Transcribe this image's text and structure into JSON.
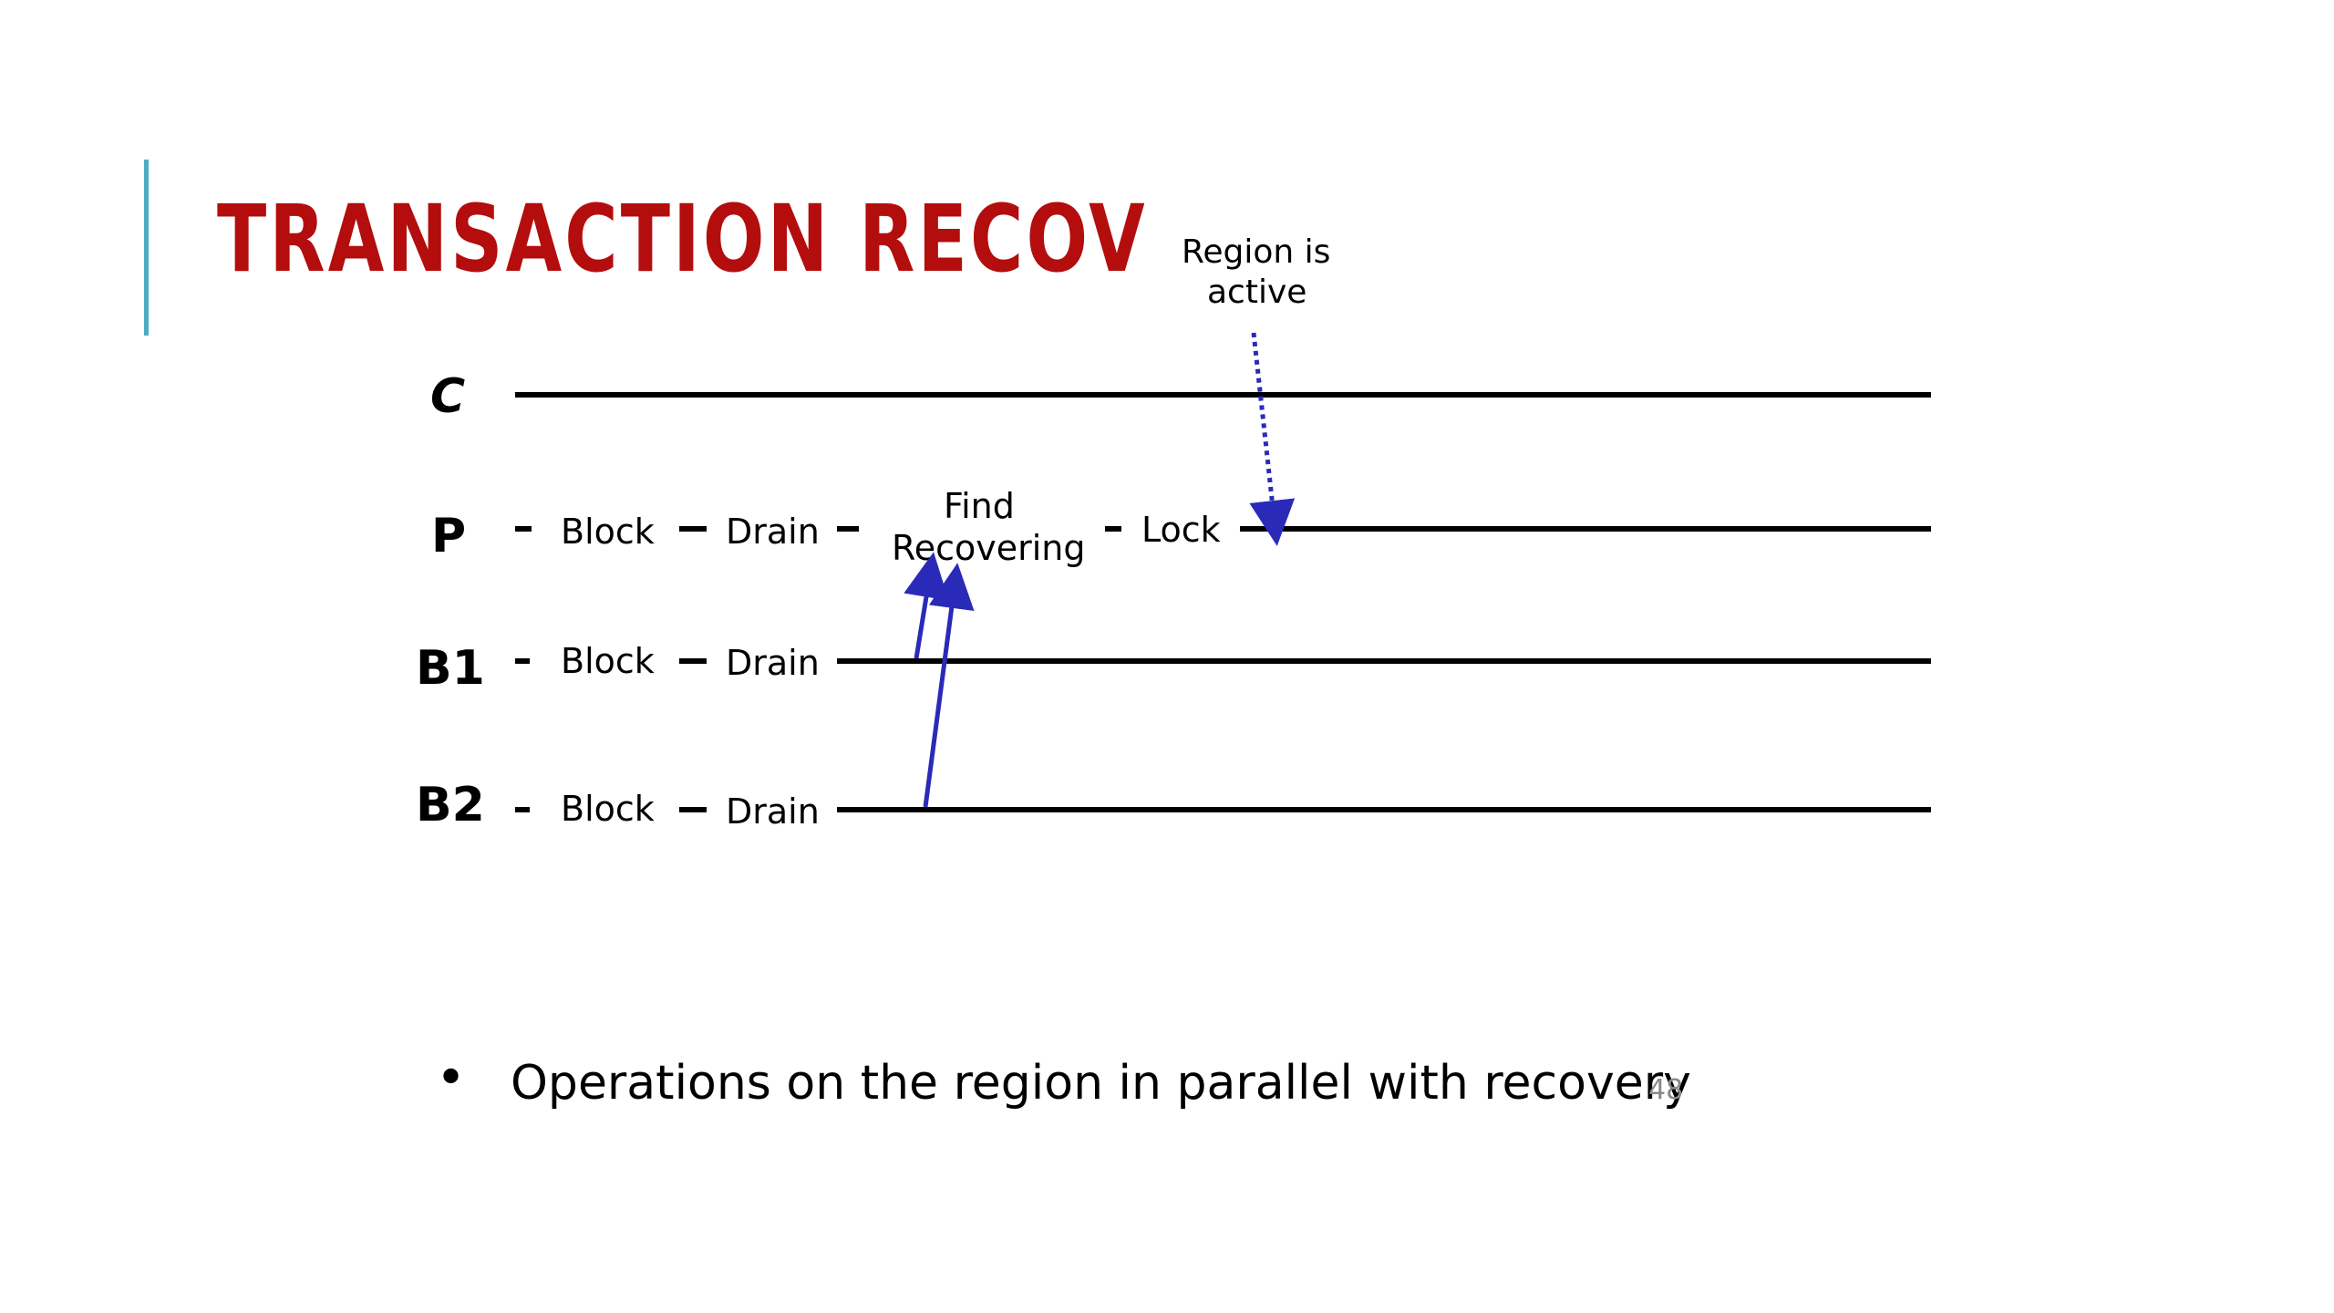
{
  "slide": {
    "title": "TRANSACTION RECOVERY",
    "bullet_text": "Operations on the region in parallel with recovery",
    "page_number": "48"
  },
  "diagram": {
    "rows": {
      "c": "C",
      "p": "P",
      "b1": "B1",
      "b2": "B2"
    },
    "steps": {
      "block": "Block",
      "drain": "Drain",
      "find": "Find",
      "recovering": "Recovering",
      "lock": "Lock"
    },
    "annotation": {
      "line1": "Region is",
      "line2": "active"
    }
  },
  "colors": {
    "title": "#b30d0d",
    "accent": "#4bacc6",
    "arrow": "#2a2ab8"
  }
}
